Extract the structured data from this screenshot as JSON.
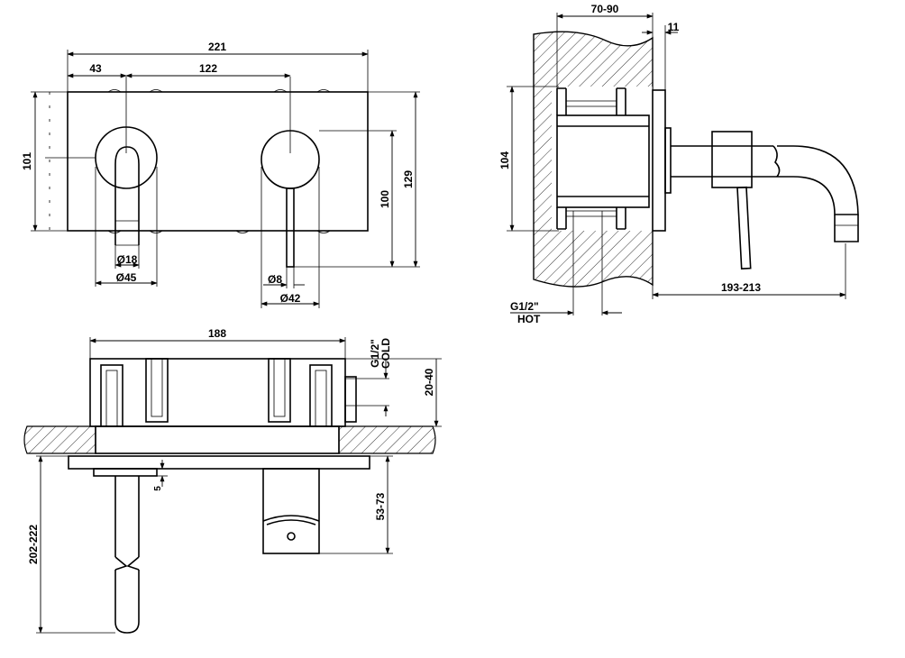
{
  "front_view": {
    "overall_width": "221",
    "left_offset": "43",
    "spacing": "122",
    "plate_height": "101",
    "lever_height": "100",
    "total_height": "129",
    "spout_diameter": "Ø18",
    "spout_rosette_diameter": "Ø45",
    "lever_diameter": "Ø8",
    "handle_diameter": "Ø42"
  },
  "side_view": {
    "wall_depth": "70-90",
    "plate_thickness": "11",
    "body_height": "104",
    "spout_projection": "193-213",
    "hot_connection": "G1/2\"",
    "hot_label": "HOT"
  },
  "top_view": {
    "body_width": "188",
    "cold_connection": "G1/2\"",
    "cold_label": "COLD",
    "recess_depth": "20-40",
    "spout_length": "202-222",
    "plate_gap": "5",
    "handle_length": "53-73"
  }
}
